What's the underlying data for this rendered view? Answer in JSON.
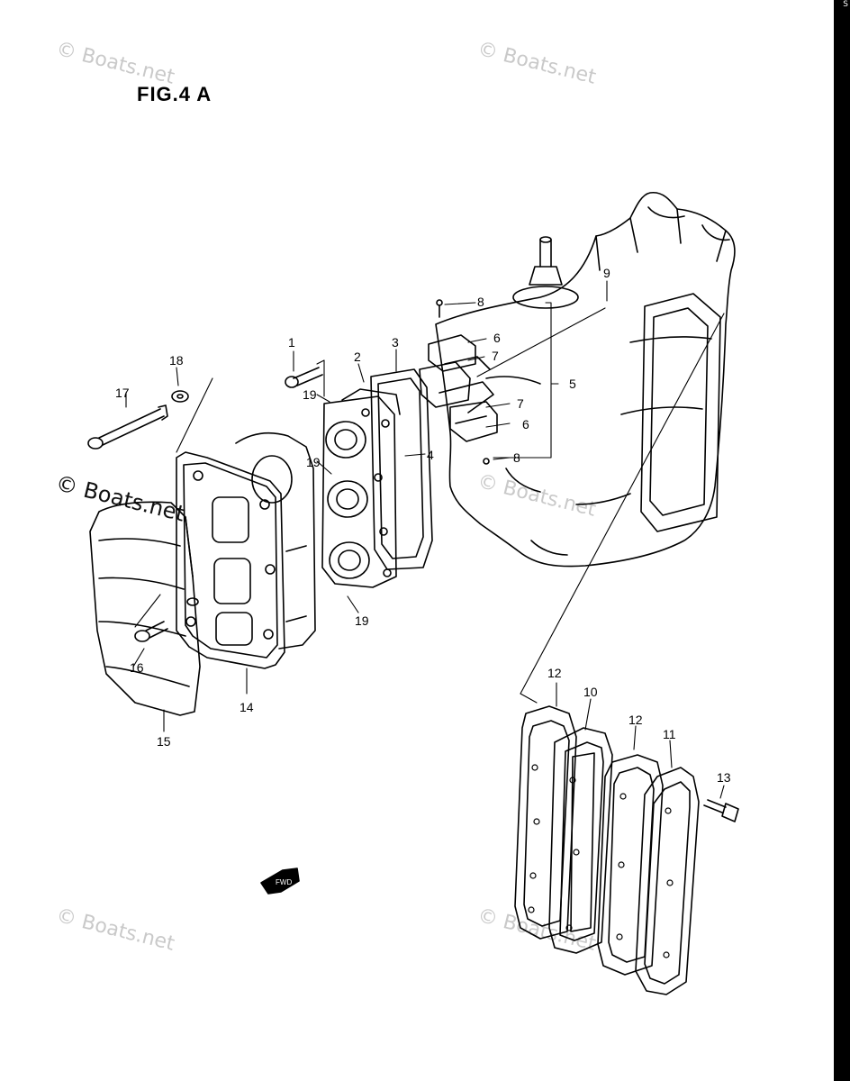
{
  "figure": {
    "title": "FIG.4 A"
  },
  "watermarks": [
    "© Boats.net",
    "© Boats.net",
    "© Boats.net",
    "© Boats.net",
    "© Boats.net",
    "© Boats.net"
  ],
  "corner_mark": "S",
  "fwd_label": "FWD",
  "callouts": [
    "1",
    "2",
    "3",
    "4",
    "5",
    "6",
    "6",
    "7",
    "7",
    "8",
    "8",
    "9",
    "10",
    "11",
    "12",
    "12",
    "13",
    "14",
    "15",
    "16",
    "17",
    "18",
    "19",
    "19",
    "19"
  ],
  "colors": {
    "line": "#000000",
    "background": "#ffffff",
    "watermark": "#c9c9c9"
  }
}
